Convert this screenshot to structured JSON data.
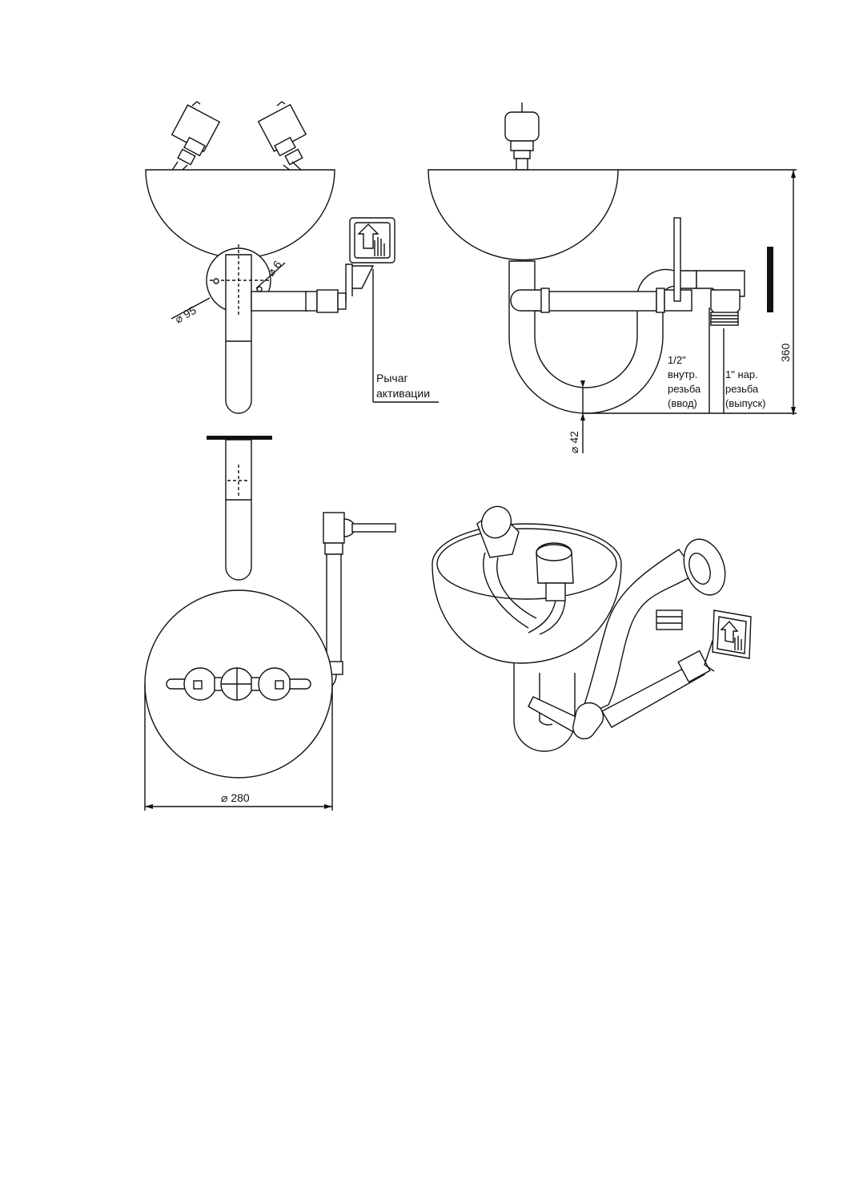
{
  "colors": {
    "line": "#111111",
    "background": "#ffffff",
    "fill": "#ffffff"
  },
  "labels": {
    "dia_95": "95",
    "dia_6": "6",
    "lever": [
      "Рычаг",
      "активации"
    ],
    "half_inch": [
      "1/2\"",
      "внутр.",
      "резьба",
      "(ввод)"
    ],
    "one_inch": [
      "1\" нар.",
      "резьба",
      "(выпуск)"
    ],
    "dim_360": "360",
    "dia_42": "42",
    "dia_280": "280",
    "diameter_symbol": "⌀"
  },
  "icons": {
    "lever_sign": "hand-push-arrow-icon"
  }
}
